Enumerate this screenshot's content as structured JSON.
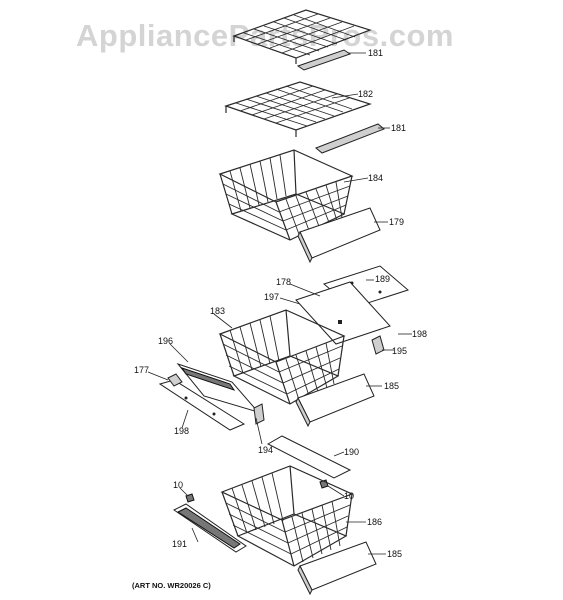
{
  "watermark": "AppliancePartsPros.com",
  "art_number": "(ART NO. WR20026 C)",
  "callouts": {
    "c181a": "181",
    "c182": "182",
    "c181b": "181",
    "c184": "184",
    "c179": "179",
    "c178": "178",
    "c189": "189",
    "c197": "197",
    "c183": "183",
    "c198a": "198",
    "c195": "195",
    "c196": "196",
    "c177": "177",
    "c185a": "185",
    "c198b": "198",
    "c194": "194",
    "c190": "190",
    "c10a": "10",
    "c10b": "10",
    "c186": "186",
    "c191": "191",
    "c185b": "185"
  }
}
